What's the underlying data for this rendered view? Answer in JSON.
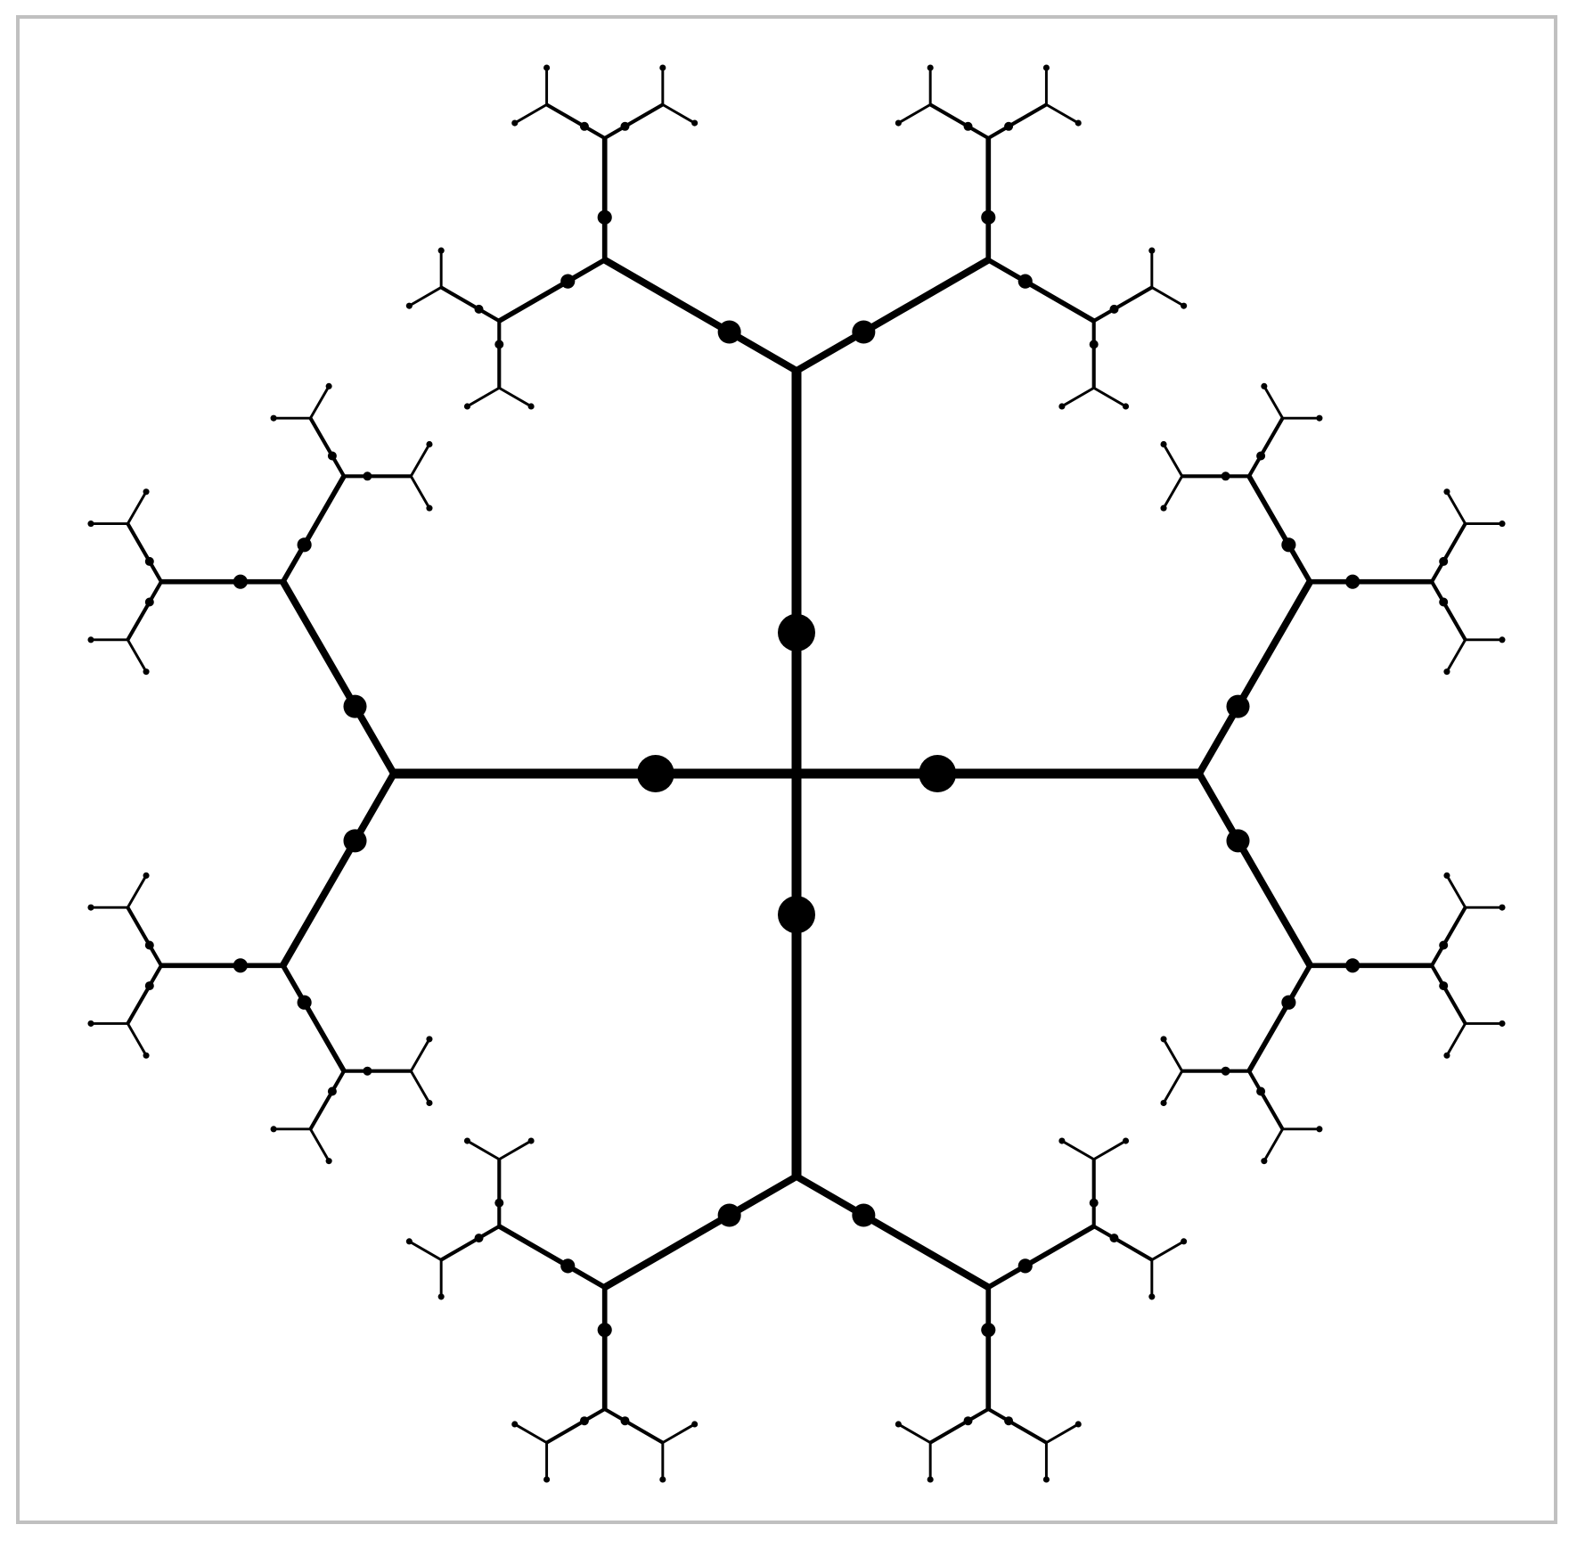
{
  "diagram": {
    "kind": "branching fractal tree",
    "colors": {
      "background": "#ffffff",
      "stroke": "#000000",
      "frame": "#c0c0c0"
    },
    "root_arms": 4,
    "levels": 5,
    "branches_per_node": 2,
    "branch_angle_deg": 60,
    "length_ratio": 0.55
  }
}
